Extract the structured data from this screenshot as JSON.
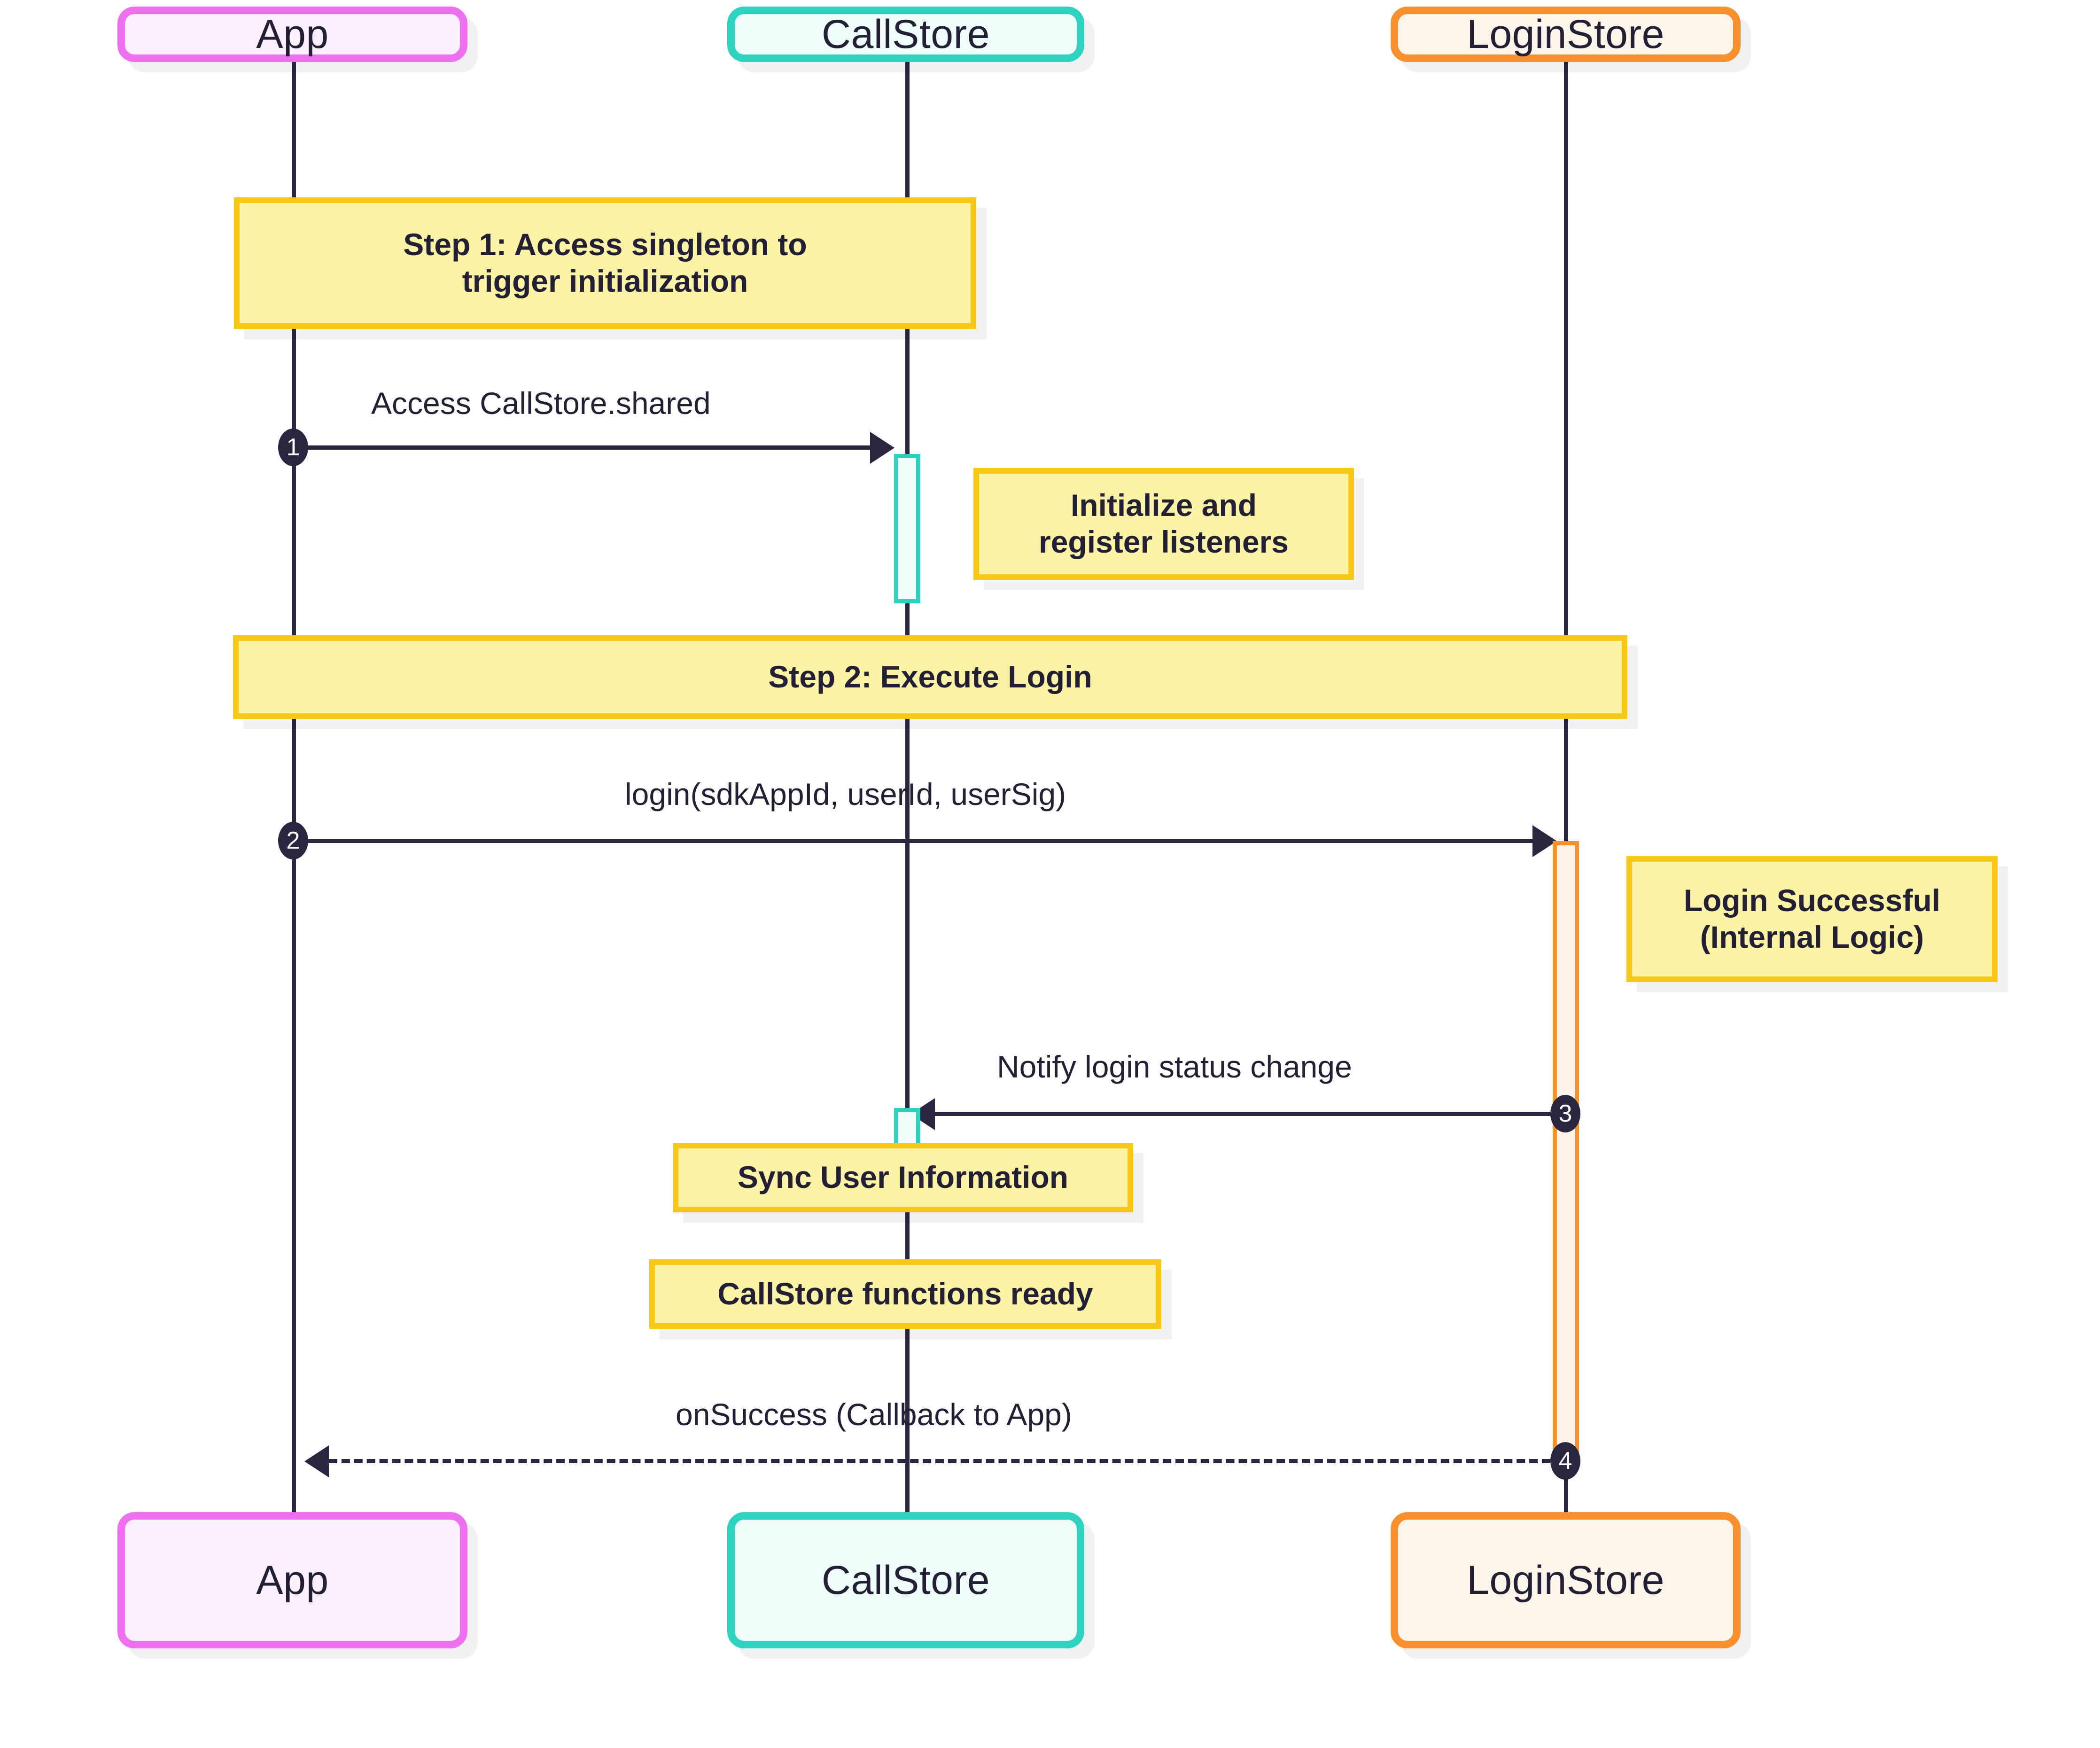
{
  "diagram": {
    "type": "sequence-diagram",
    "title": "CallStore / LoginStore initialization and login sequence"
  },
  "participants": [
    {
      "id": "app",
      "label": "App",
      "border_color": "#ee6ff0",
      "fill_color": "#fdf0fd"
    },
    {
      "id": "call",
      "label": "CallStore",
      "border_color": "#2ed3bf",
      "fill_color": "#f0fefb"
    },
    {
      "id": "login",
      "label": "LoginStore",
      "border_color": "#f8902e",
      "fill_color": "#fdf4ea"
    }
  ],
  "banners": [
    {
      "id": "step1",
      "text": "Step 1: Access singleton to\ntrigger initialization"
    },
    {
      "id": "step2",
      "text": "Step 2: Execute Login"
    }
  ],
  "notes": [
    {
      "id": "note-init",
      "text": "Initialize and\nregister listeners"
    },
    {
      "id": "note-success",
      "text": "Login Successful\n(Internal Logic)"
    },
    {
      "id": "note-sync",
      "text": "Sync User Information"
    },
    {
      "id": "note-ready",
      "text": "CallStore functions ready"
    }
  ],
  "messages": [
    {
      "num": "1",
      "label": "Access CallStore.shared",
      "from": "app",
      "to": "call",
      "style": "solid"
    },
    {
      "num": "2",
      "label": "login(sdkAppId, userId, userSig)",
      "from": "app",
      "to": "login",
      "style": "solid"
    },
    {
      "num": "3",
      "label": "Notify login status change",
      "from": "login",
      "to": "call",
      "style": "solid"
    },
    {
      "num": "4",
      "label": "onSuccess (Callback to App)",
      "from": "login",
      "to": "app",
      "style": "dashed"
    }
  ],
  "colors": {
    "note_fill": "#fdf3a6",
    "note_border": "#f8c718",
    "line": "#2b2640",
    "text": "#232036",
    "background": "#ffffff"
  }
}
